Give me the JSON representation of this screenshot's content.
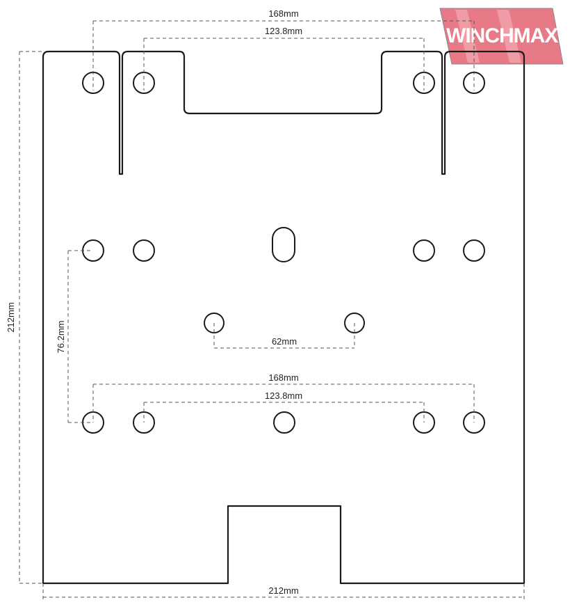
{
  "logo": {
    "text": "WINCHMAX",
    "color": "#e87a87"
  },
  "dimensions": {
    "top_outer": "168mm",
    "top_inner": "123.8mm",
    "overall_height": "212mm",
    "vertical_hole_spacing": "76.2mm",
    "center_holes": "62mm",
    "bottom_outer": "168mm",
    "bottom_inner": "123.8mm",
    "overall_width": "212mm"
  }
}
